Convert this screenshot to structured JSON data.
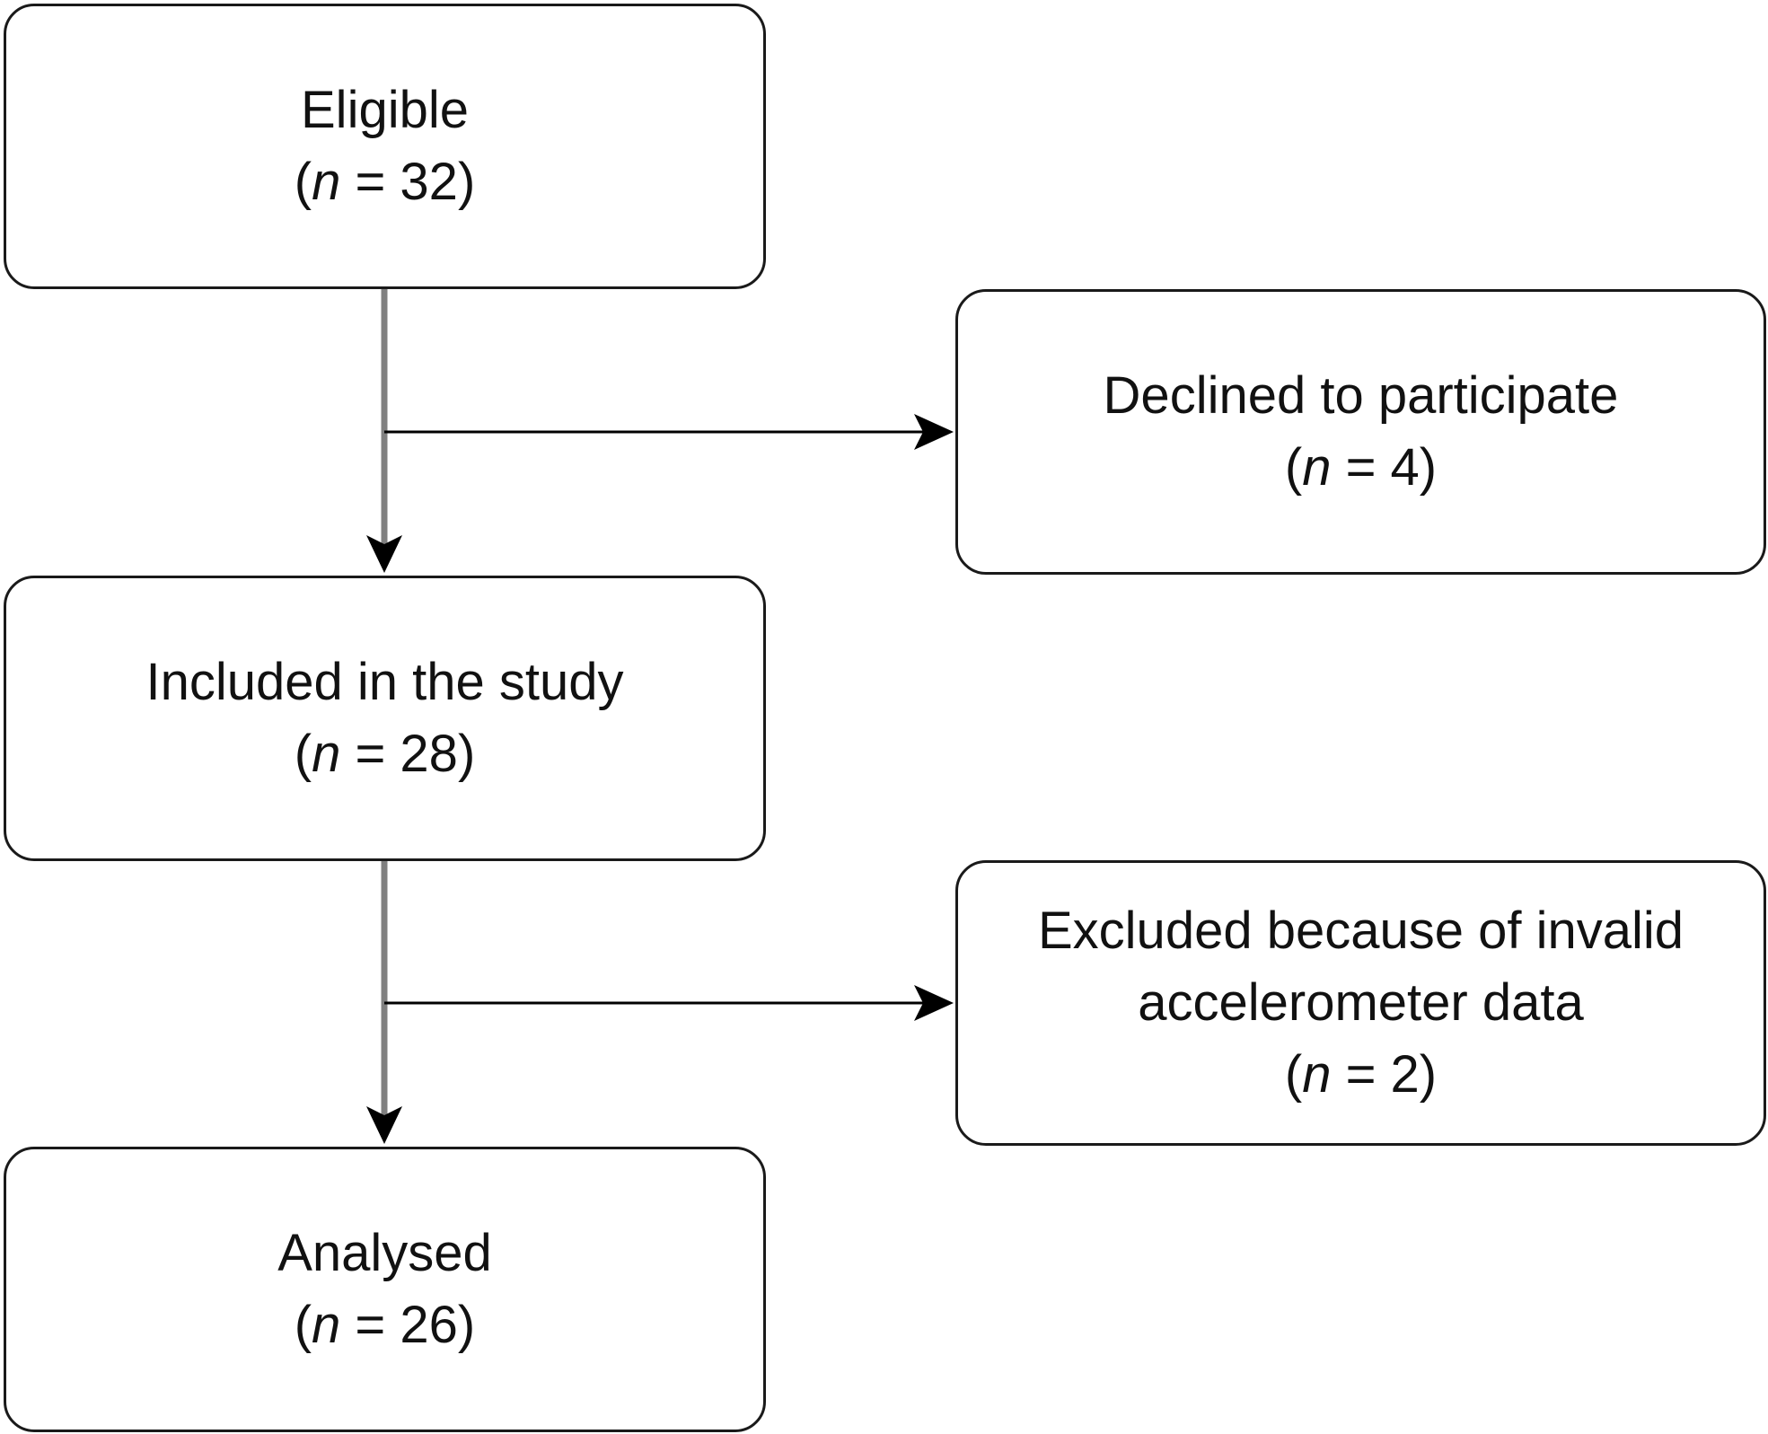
{
  "boxes": {
    "eligible": {
      "label": "Eligible",
      "n_prefix": "(",
      "n_symbol": "n",
      "n_rest": " = 32)"
    },
    "declined": {
      "label": "Declined to participate",
      "n_prefix": "(",
      "n_symbol": "n",
      "n_rest": " = 4)"
    },
    "included": {
      "label": "Included in the study",
      "n_prefix": "(",
      "n_symbol": "n",
      "n_rest": " = 28)"
    },
    "excluded": {
      "label_line1": "Excluded because of invalid",
      "label_line2": "accelerometer data",
      "n_prefix": "(",
      "n_symbol": "n",
      "n_rest": " = 2)"
    },
    "analysed": {
      "label": "Analysed",
      "n_prefix": "(",
      "n_symbol": "n",
      "n_rest": " = 26)"
    }
  },
  "colors": {
    "main_flow": "#808080",
    "side_flow": "#000000",
    "border": "#1a1a1a"
  }
}
